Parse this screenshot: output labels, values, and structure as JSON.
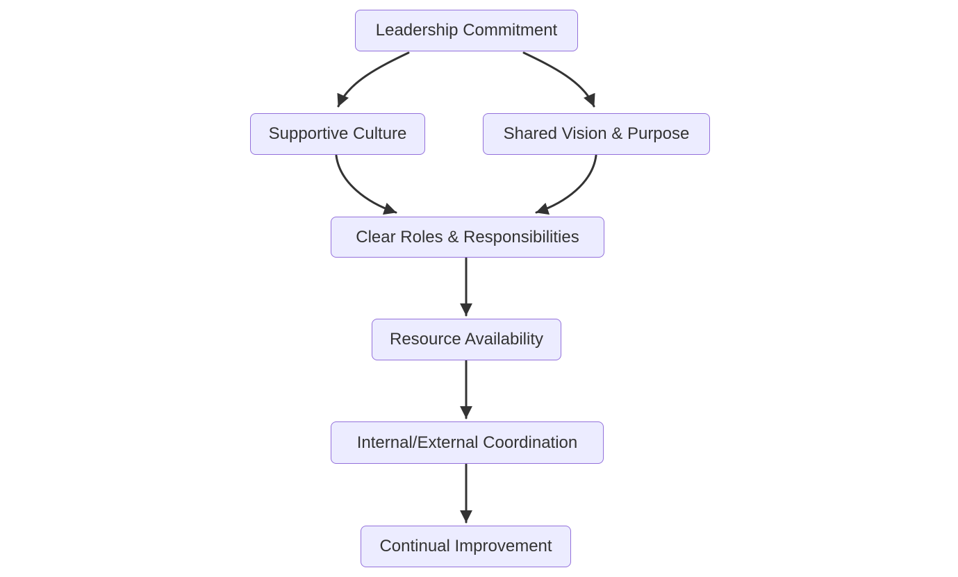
{
  "diagram": {
    "type": "flowchart",
    "direction": "top-down",
    "nodes": [
      {
        "id": "leadership",
        "label": "Leadership Commitment"
      },
      {
        "id": "supportive",
        "label": "Supportive Culture"
      },
      {
        "id": "shared",
        "label": "Shared Vision & Purpose"
      },
      {
        "id": "clear",
        "label": "Clear Roles & Responsibilities"
      },
      {
        "id": "resource",
        "label": "Resource Availability"
      },
      {
        "id": "internal",
        "label": "Internal/External Coordination"
      },
      {
        "id": "continual",
        "label": "Continual Improvement"
      }
    ],
    "edges": [
      {
        "from": "leadership",
        "to": "supportive"
      },
      {
        "from": "leadership",
        "to": "shared"
      },
      {
        "from": "supportive",
        "to": "clear"
      },
      {
        "from": "shared",
        "to": "clear"
      },
      {
        "from": "clear",
        "to": "resource"
      },
      {
        "from": "resource",
        "to": "internal"
      },
      {
        "from": "internal",
        "to": "continual"
      }
    ],
    "colors": {
      "node_fill": "#ECECFF",
      "node_border": "#9370DB",
      "node_text": "#333333",
      "edge": "#333333",
      "background": "#FFFFFF"
    }
  }
}
